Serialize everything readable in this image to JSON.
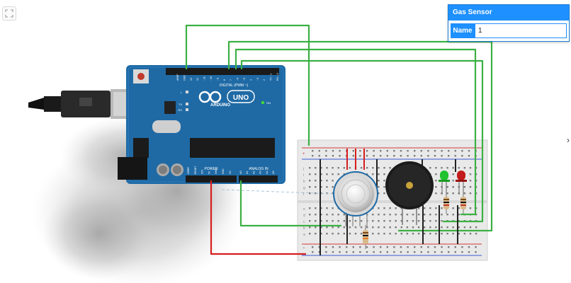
{
  "inspector": {
    "title": "Gas Sensor",
    "name_label": "Name",
    "name_value": "1"
  },
  "arduino": {
    "brand": "ARDUINO",
    "model": "UNO",
    "digital_label": "DIGITAL (PWM ~)",
    "power_label": "POWER",
    "analog_label": "ANALOG IN",
    "on_label": "ON",
    "led_labels": [
      "L",
      "TX",
      "RX"
    ],
    "digital_pins": [
      "AREF",
      "GND",
      "13",
      "12",
      "~11",
      "~10",
      "~9",
      "8",
      "7",
      "~6",
      "~5",
      "4",
      "~3",
      "2",
      "TX→1",
      "RX←0"
    ],
    "power_pins": [
      "IOREF",
      "RESET",
      "3V3",
      "5V",
      "GND",
      "GND",
      "Vin"
    ],
    "analog_pins": [
      "A0",
      "A1",
      "A2",
      "A3",
      "A4",
      "A5"
    ]
  },
  "breadboard": {
    "row_letters_top": [
      "j",
      "i",
      "h",
      "g",
      "f"
    ],
    "row_letters_bottom": [
      "e",
      "d",
      "c",
      "b",
      "a"
    ],
    "plus": "+",
    "minus": "−"
  },
  "icons": {
    "fit": "fit-view-icon",
    "edge": "chevron-right-icon"
  },
  "colors": {
    "board": "#1f6aa5",
    "wire_green": "#3cb043",
    "wire_red": "#d81e1e",
    "wire_black": "#222222",
    "led_green": "#22c32e",
    "led_red": "#c21b1b",
    "accent": "#1e90ff"
  }
}
